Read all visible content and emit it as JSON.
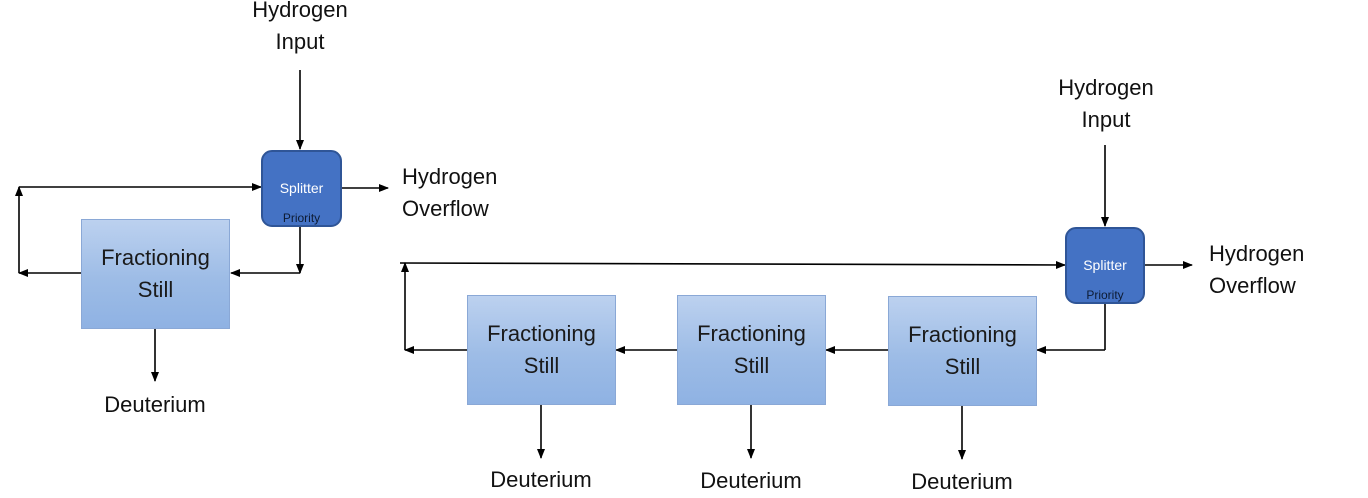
{
  "left": {
    "input_label": "Hydrogen\nInput",
    "splitter": {
      "name": "Splitter",
      "sub": "Priority"
    },
    "overflow_label": "Hydrogen\nOverflow",
    "still": {
      "label": "Fractioning\nStill",
      "output": "Deuterium"
    }
  },
  "right": {
    "input_label": "Hydrogen\nInput",
    "splitter": {
      "name": "Splitter",
      "sub": "Priority"
    },
    "overflow_label": "Hydrogen\nOverflow",
    "stills": [
      {
        "label": "Fractioning\nStill",
        "output": "Deuterium"
      },
      {
        "label": "Fractioning\nStill",
        "output": "Deuterium"
      },
      {
        "label": "Fractioning\nStill",
        "output": "Deuterium"
      }
    ]
  }
}
